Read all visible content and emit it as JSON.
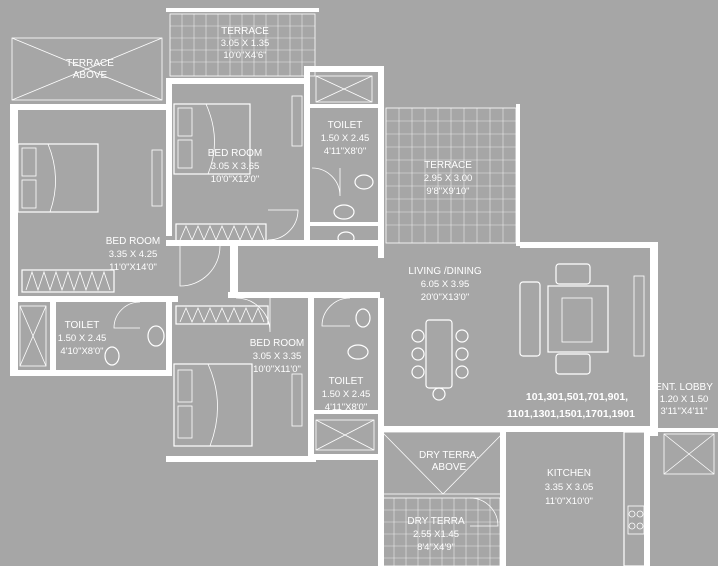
{
  "background_color": "#a6a6a6",
  "line_color": "#ffffff",
  "rooms": {
    "terrace_above_left": {
      "name": "TERRACE",
      "name2": "ABOVE"
    },
    "terrace_top": {
      "name": "TERRACE",
      "dim_m": "3.05 X 1.35",
      "dim_ft": "10'0\"X4'6\""
    },
    "terrace_right": {
      "name": "TERRACE",
      "dim_m": "2.95 X 3.00",
      "dim_ft": "9'8\"X9'10\""
    },
    "bed_room_left": {
      "name": "BED ROOM",
      "dim_m": "3.35 X 4.25",
      "dim_ft": "11'0\"X14'0\""
    },
    "bed_room_top": {
      "name": "BED ROOM",
      "dim_m": "3.05 X 3.65",
      "dim_ft": "10'0\"X12'0\""
    },
    "bed_room_bottom": {
      "name": "BED ROOM",
      "dim_m": "3.05 X 3.35",
      "dim_ft": "10'0\"X11'0\""
    },
    "toilet_top": {
      "name": "TOILET",
      "dim_m": "1.50 X 2.45",
      "dim_ft": "4'11\"X8'0\""
    },
    "toilet_left": {
      "name": "TOILET",
      "dim_m": "1.50 X 2.45",
      "dim_ft": "4'10\"X8'0\""
    },
    "toilet_mid": {
      "name": "TOILET",
      "dim_m": "1.50 X 2.45",
      "dim_ft": "4'11\"X8'0\""
    },
    "living_dining": {
      "name": "LIVING /DINING",
      "dim_m": "6.05 X 3.95",
      "dim_ft": "20'0\"X13'0\""
    },
    "kitchen": {
      "name": "KITCHEN",
      "dim_m": "3.35 X 3.05",
      "dim_ft": "11'0\"X10'0\""
    },
    "dry_terrace_above": {
      "name": "DRY TERRA.",
      "name2": "ABOVE"
    },
    "dry_terrace": {
      "name": "DRY TERRA",
      "dim_m": "2.55 X1.45",
      "dim_ft": "8'4\"X4'9\""
    },
    "ent_lobby": {
      "name": "ENT. LOBBY",
      "dim_m": "1.20 X 1.50",
      "dim_ft": "3'11\"X4'11\""
    }
  },
  "unit_numbers": {
    "line1": "101,301,501,701,901,",
    "line2": "1101,1301,1501,1701,1901"
  }
}
